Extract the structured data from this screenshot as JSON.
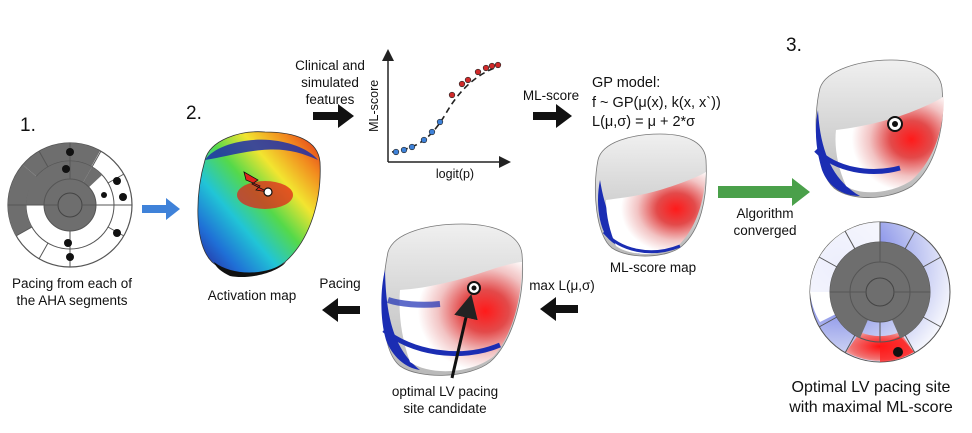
{
  "steps": {
    "one": "1.",
    "two": "2.",
    "three": "3."
  },
  "labels": {
    "pacing_from_line1": "Pacing from each of",
    "pacing_from_line2": "the AHA segments",
    "activation_map": "Activation map",
    "clinical_line1": "Clinical and",
    "clinical_line2": "simulated",
    "clinical_line3": "features",
    "ml_score_arrow": "ML-score",
    "ml_score_map": "ML-score map",
    "pacing": "Pacing",
    "max_L": "max L(μ,σ)",
    "candidate_line1": "optimal LV pacing",
    "candidate_line2": "site candidate",
    "algorithm_line1": "Algorithm",
    "algorithm_line2": "converged",
    "optimal_line1": "Optimal LV pacing site",
    "optimal_line2": "with maximal ML-score"
  },
  "gp_model": {
    "title": "GP model:",
    "line1": "f ~ GP(μ(x), k(x, x`))",
    "line2": "L(μ,σ) = μ + 2*σ"
  },
  "plot": {
    "ylabel": "ML-score",
    "xlabel": "logit(p)"
  },
  "colors": {
    "blue_arrow": "#3f82d9",
    "green_arrow": "#4aa04a",
    "dark_gray": "#6e6e6e"
  }
}
